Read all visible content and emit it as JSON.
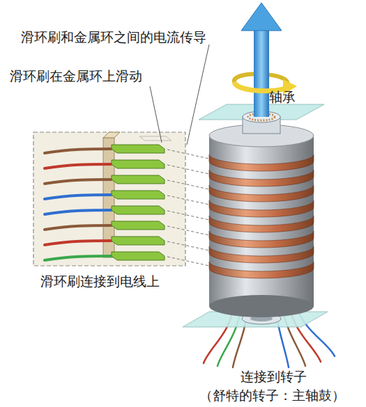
{
  "diagram": {
    "labels": [
      "滑环刷和金属环之间的电流传导",
      "滑环刷在金属环上滑动",
      "轴承",
      "滑环刷连接到电线上",
      "连接到转子",
      "（舒特的转子：主轴鼓）"
    ]
  }
}
